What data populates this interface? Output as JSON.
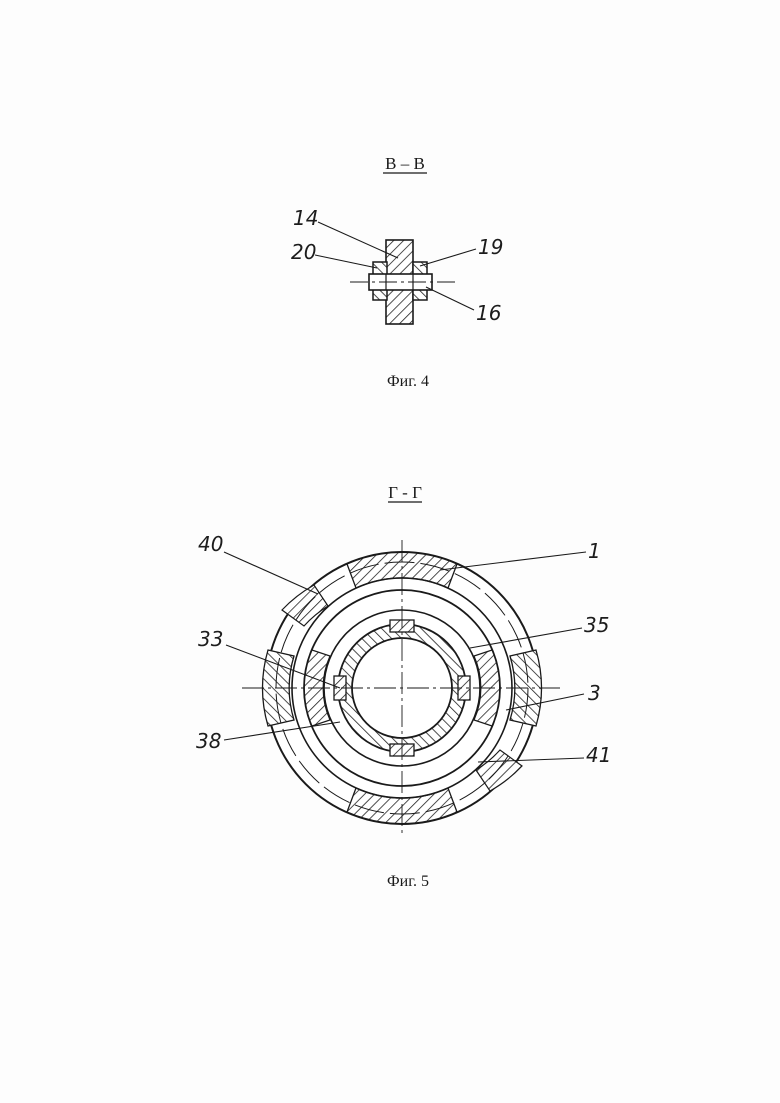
{
  "figure4": {
    "section_label": "В – В",
    "caption": "Фиг. 4",
    "callouts": [
      "14",
      "20",
      "19",
      "16"
    ]
  },
  "figure5": {
    "section_label": "Г - Г",
    "caption": "Фиг. 5",
    "callouts": [
      "40",
      "1",
      "33",
      "35",
      "3",
      "38",
      "41"
    ]
  }
}
